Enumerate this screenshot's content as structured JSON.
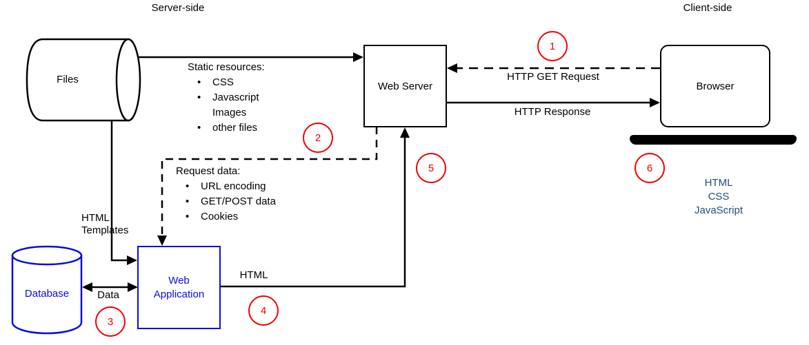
{
  "diagram": {
    "regions": {
      "server_side": "Server-side",
      "client_side": "Client-side"
    },
    "nodes": {
      "files": {
        "label": "Files"
      },
      "web_server": {
        "label": "Web Server"
      },
      "browser": {
        "label": "Browser"
      },
      "database": {
        "label": "Database"
      },
      "web_application": {
        "lines": [
          "Web",
          "Application"
        ]
      }
    },
    "edges": {
      "static_resources": {
        "title": "Static resources:",
        "items": [
          "CSS",
          "Javascript",
          "Images",
          "other files"
        ]
      },
      "http_get_request": "HTTP GET Request",
      "http_response": "HTTP Response",
      "request_data": {
        "title": "Request data:",
        "items": [
          "URL encoding",
          "GET/POST data",
          "Cookies"
        ]
      },
      "html_templates": [
        "HTML",
        "Templates"
      ],
      "database_data": "Data",
      "app_html": "HTML"
    },
    "client_stack": [
      "HTML",
      "CSS",
      "JavaScript"
    ],
    "steps": [
      "1",
      "2",
      "3",
      "4",
      "5",
      "6"
    ],
    "colors": {
      "node_blue": "#0b0be0",
      "client_stack_blue": "#1f4e79",
      "step_red": "#ee0000",
      "line_black": "#000000"
    }
  }
}
